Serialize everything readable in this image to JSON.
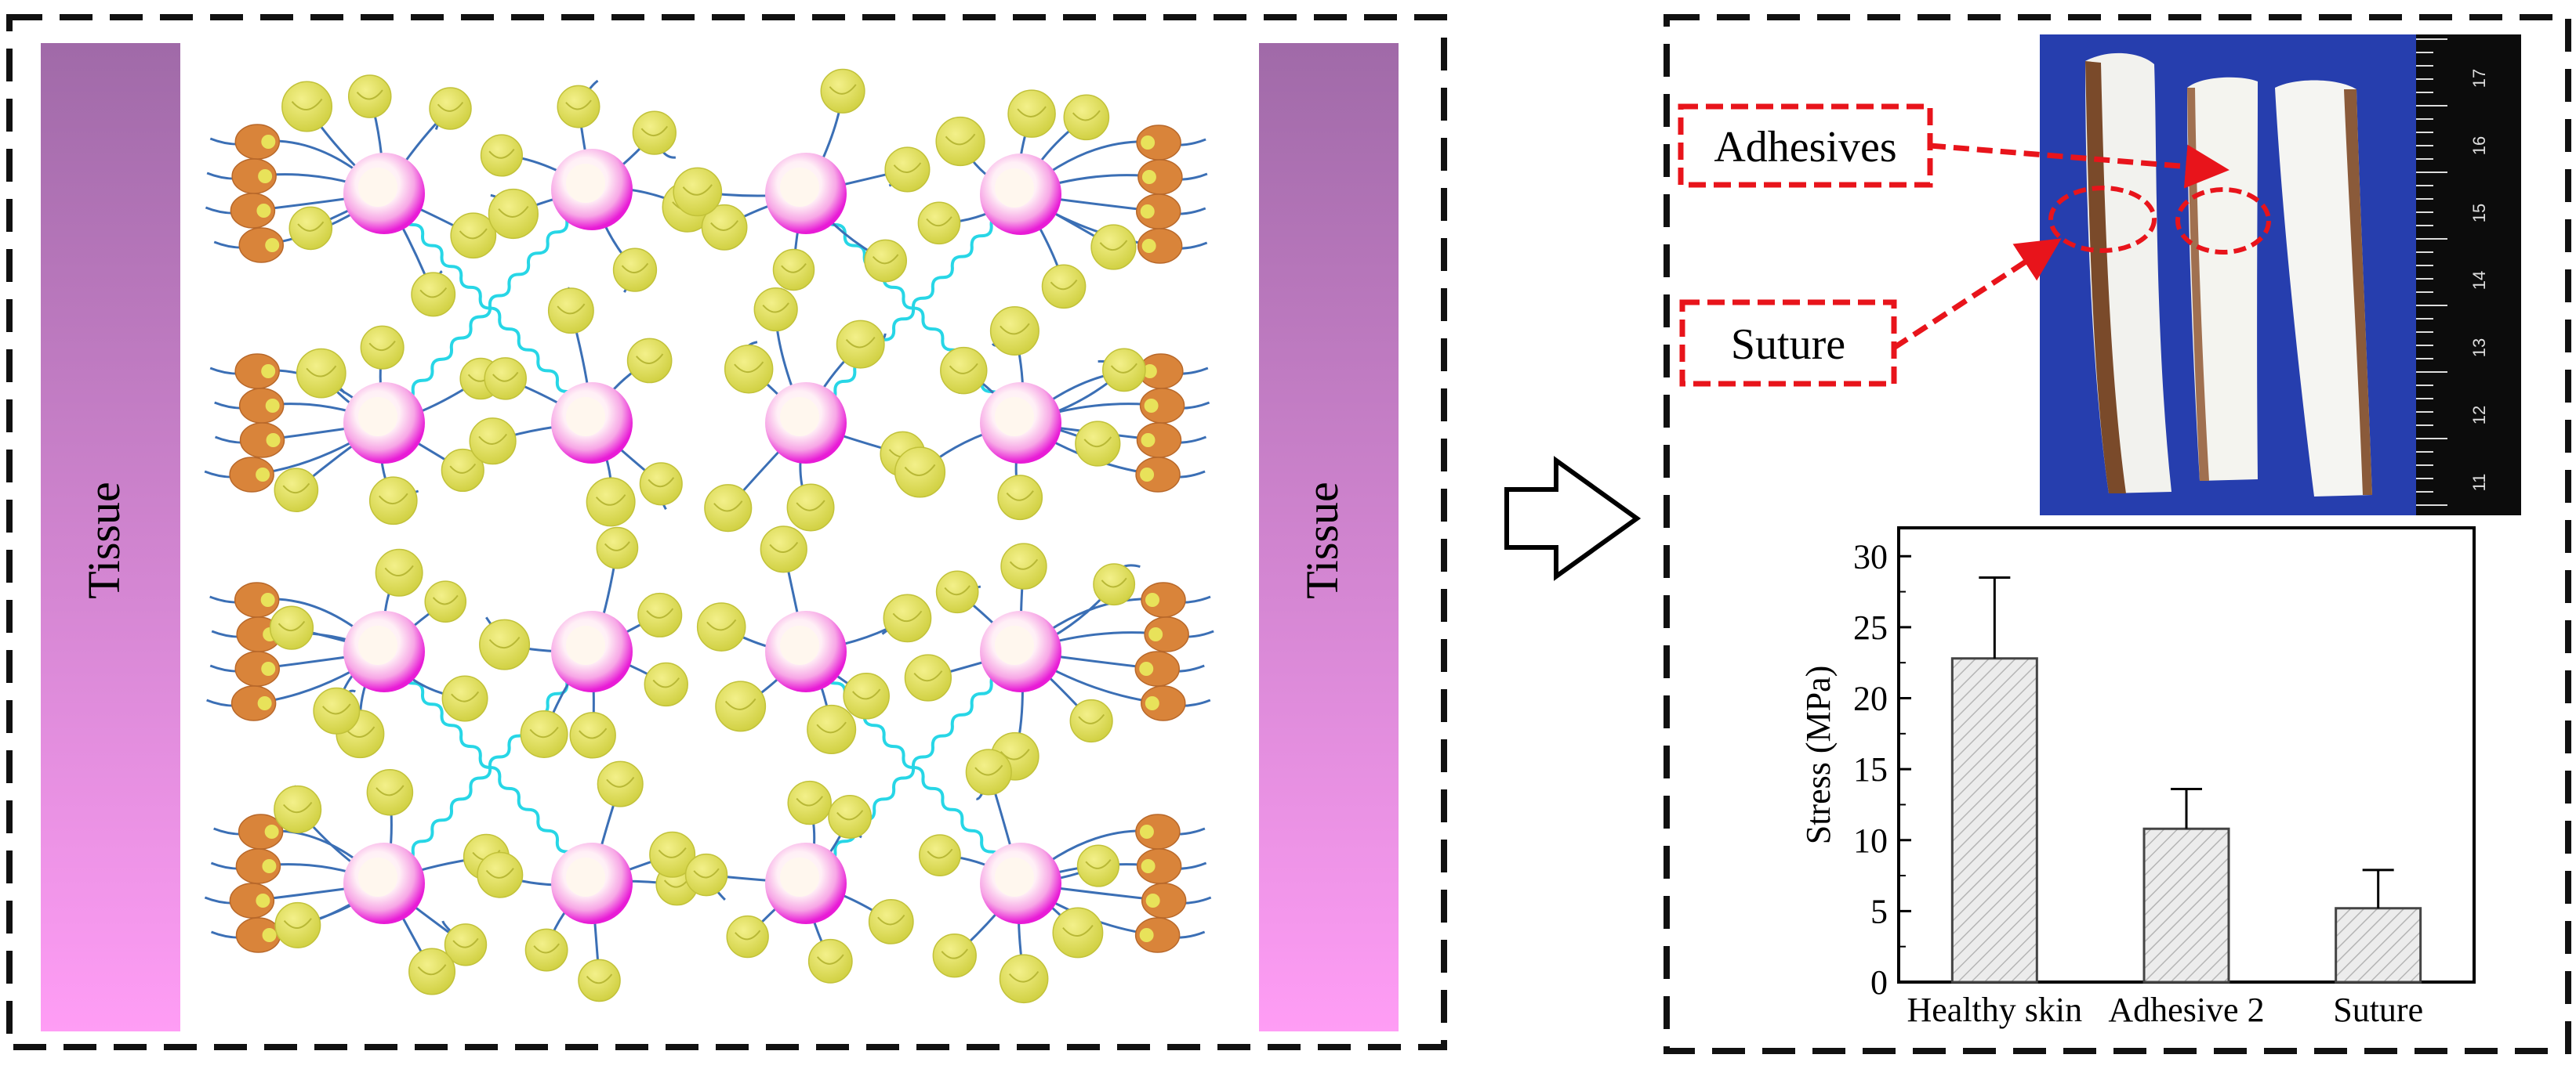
{
  "diagram": {
    "left_tissue_label": "Tissue",
    "right_tissue_label": "Tissue"
  },
  "photo": {
    "adhesives_label": "Adhesives",
    "suture_label": "Suture",
    "ruler_ticks": [
      "17",
      "16",
      "15",
      "14",
      "13",
      "12",
      "11"
    ]
  },
  "colors": {
    "tissue_top": "#a06aa8",
    "tissue_bottom": "#ff9df5",
    "nanoparticle_ring": "#e81bd6",
    "crosslinker": "#27d6e6",
    "polymer_chain": "#3b6fb5",
    "bead": "#dede55",
    "tissue_anchor": "#d9843a",
    "callout_red": "#e8141b",
    "photo_background": "#2a43b8"
  },
  "chart_data": {
    "type": "bar",
    "categories": [
      "Healthy skin",
      "Adhesive 2",
      "Suture"
    ],
    "values": [
      22.8,
      10.8,
      5.2
    ],
    "errors": [
      5.7,
      2.8,
      2.7
    ],
    "xlabel": "",
    "ylabel": "Stress (MPa)",
    "ylim": [
      0,
      32
    ],
    "yticks": [
      0,
      5,
      10,
      15,
      20,
      25,
      30
    ],
    "bar_fill": "hatched-light-gray",
    "grid": false
  }
}
